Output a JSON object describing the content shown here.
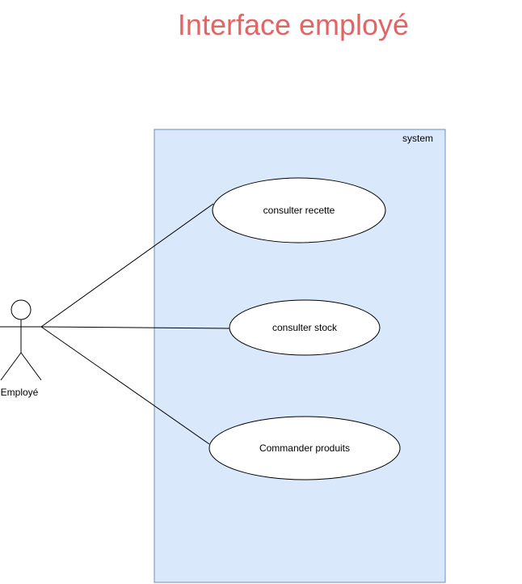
{
  "diagram": {
    "title": "Interface employé",
    "system_label": "system",
    "actor_label": "Employé",
    "use_cases": [
      {
        "label": "consulter recette"
      },
      {
        "label": "consulter stock"
      },
      {
        "label": "Commander produits"
      }
    ],
    "colors": {
      "title": "#E06666",
      "system_fill": "#DAE8FC",
      "system_stroke": "#6C8EBF",
      "line": "#000000",
      "ellipse_fill": "#FFFFFF"
    }
  }
}
